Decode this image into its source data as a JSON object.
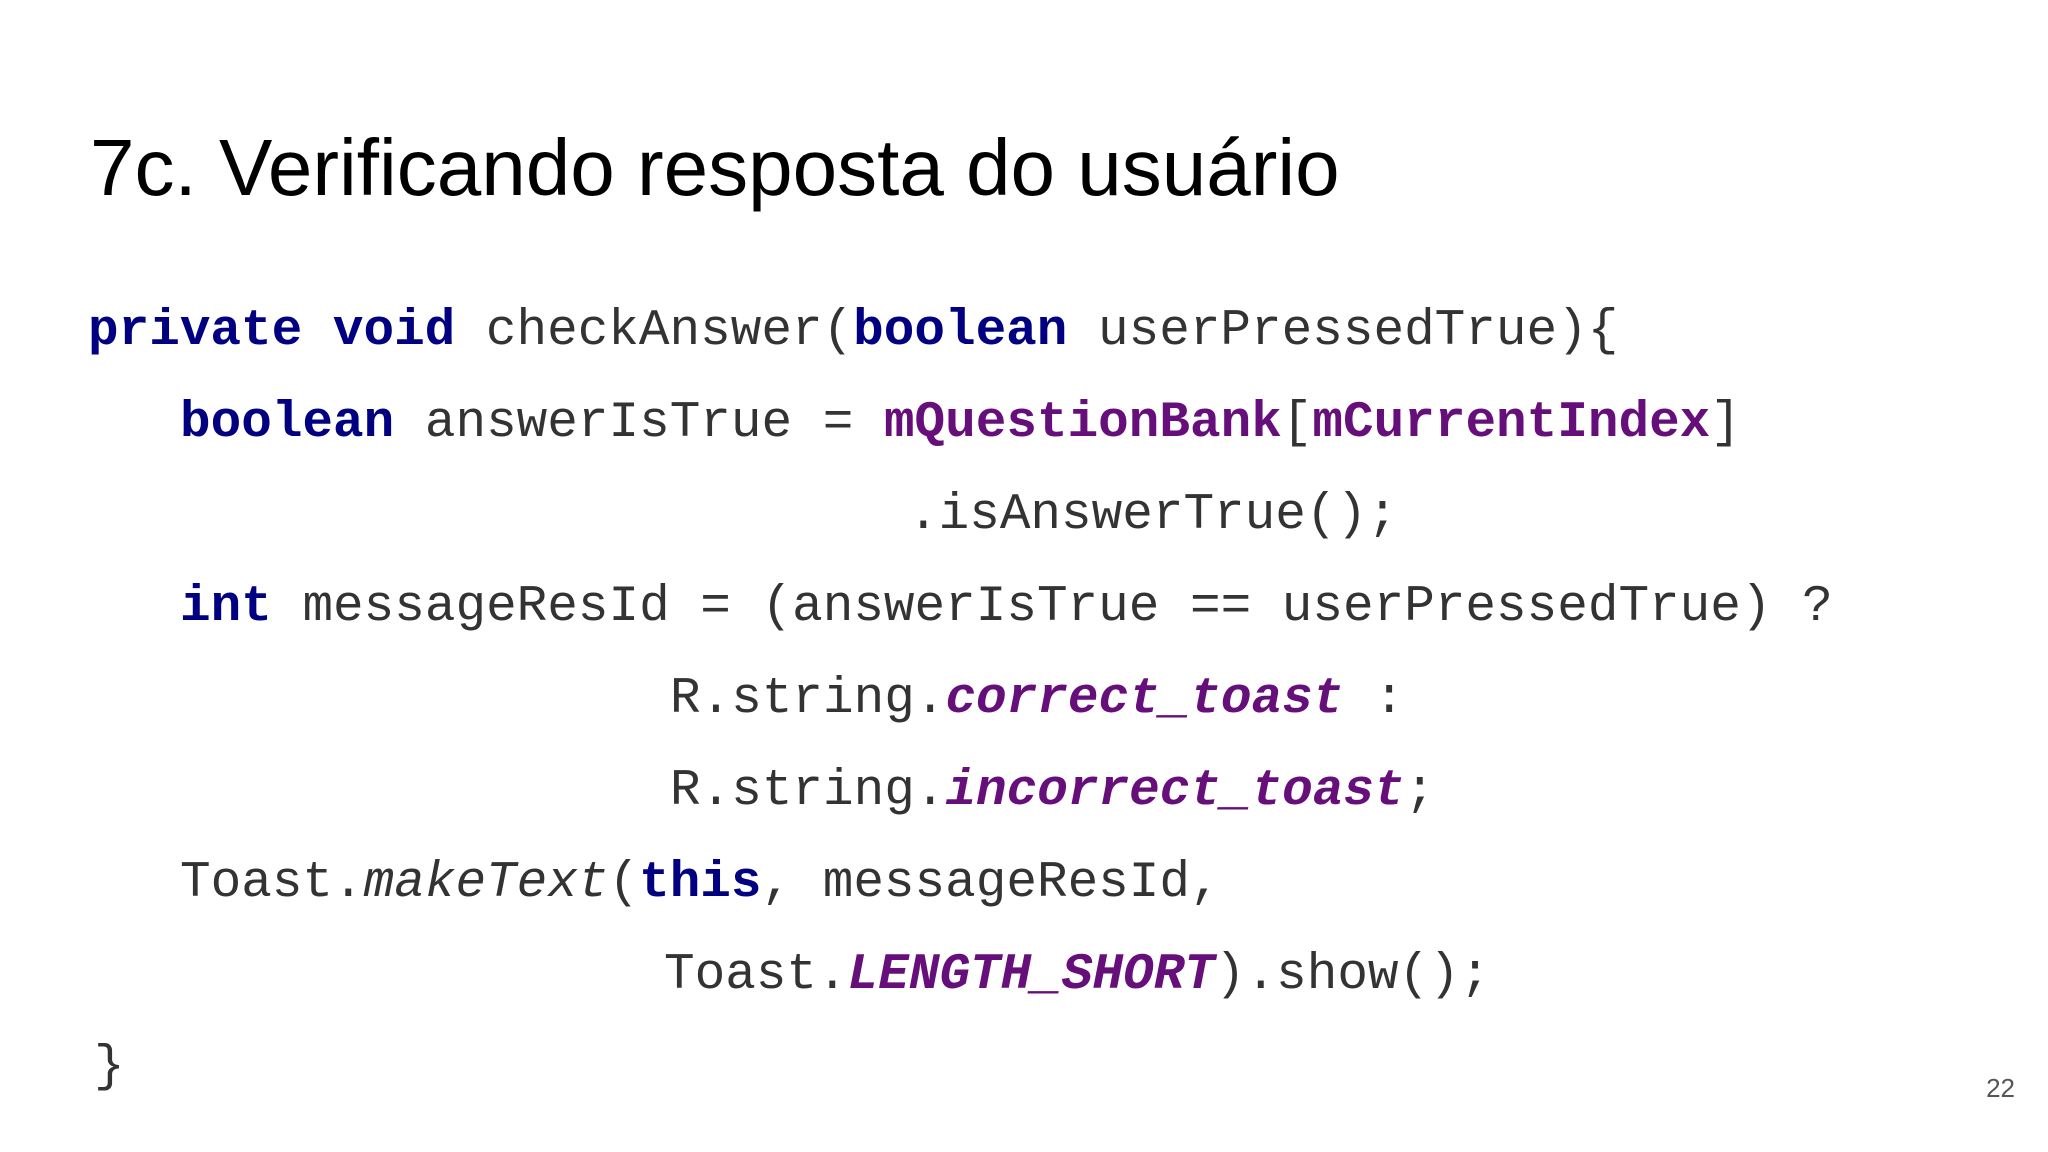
{
  "slide": {
    "title": "7c. Verificando resposta do usuário",
    "page_number": "22"
  },
  "code": {
    "line1": {
      "kw_private": "private",
      "kw_void": "void",
      "method": "checkAnswer",
      "open_paren": "(",
      "kw_boolean": "boolean",
      "param_decl": "userPressedTrue){"
    },
    "line2": {
      "kw_boolean": "boolean",
      "decl": "answerIsTrue = ",
      "field_bank": "mQuestionBank",
      "bracket_open": "[",
      "field_index": "mCurrentIndex",
      "bracket_close": "]"
    },
    "line3": {
      "text": ".isAnswerTrue();"
    },
    "line4": {
      "kw_int": "int",
      "text": "messageResId = (answerIsTrue == userPressedTrue) ?"
    },
    "line5": {
      "prefix": "R.string.",
      "field": "correct_toast",
      "suffix": " :"
    },
    "line6": {
      "prefix": "R.string.",
      "field": "incorrect_toast",
      "suffix": ";"
    },
    "line7": {
      "prefix": "Toast.",
      "method": "makeText",
      "open_paren": "(",
      "kw_this": "this",
      "suffix": ", messageResId,"
    },
    "line8": {
      "prefix": "Toast.",
      "constant": "LENGTH_SHORT",
      "suffix": ").show();"
    },
    "line9": {
      "text": "}"
    }
  },
  "colors": {
    "keyword": "#000080",
    "field": "#660e7a",
    "plain_code": "#333333",
    "title": "#000000"
  }
}
